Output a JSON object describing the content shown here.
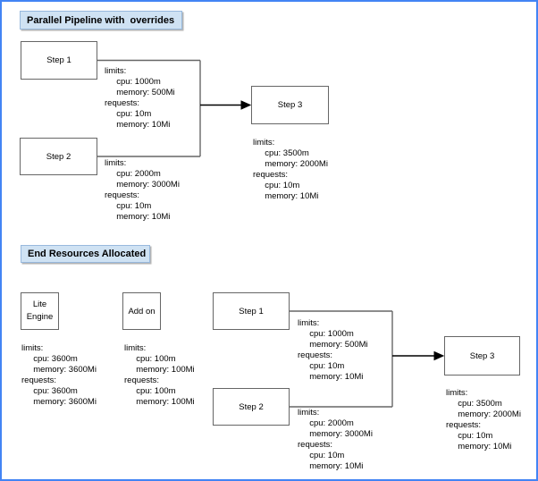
{
  "colors": {
    "outer_border": "#4284f4",
    "box_border": "#666666",
    "connector": "#666666",
    "arrow": "#000000",
    "title_fill": "#cfe2f3",
    "title_border": "#98b9dd"
  },
  "pipeline": {
    "title": "Parallel Pipeline with  overrides",
    "step1": {
      "label": "Step 1",
      "resources": [
        "limits:",
        "     cpu: 1000m",
        "     memory: 500Mi",
        "requests:",
        "     cpu: 10m",
        "     memory: 10Mi"
      ]
    },
    "step2": {
      "label": "Step 2",
      "resources": [
        "limits:",
        "     cpu: 2000m",
        "     memory: 3000Mi",
        "requests:",
        "     cpu: 10m",
        "     memory: 10Mi"
      ]
    },
    "step3": {
      "label": "Step 3",
      "resources": [
        "limits:",
        "     cpu: 3500m",
        "     memory: 2000Mi",
        "requests:",
        "     cpu: 10m",
        "     memory: 10Mi"
      ]
    }
  },
  "end_resources": {
    "title": "End Resources Allocated",
    "lite_engine": {
      "label_lines": [
        "Lite",
        "Engine"
      ],
      "resources": [
        "limits:",
        "     cpu: 3600m",
        "     memory: 3600Mi",
        "requests:",
        "     cpu: 3600m",
        "     memory: 3600Mi"
      ]
    },
    "addon": {
      "label": "Add on",
      "resources": [
        "limits:",
        "     cpu: 100m",
        "     memory: 100Mi",
        "requests:",
        "     cpu: 100m",
        "     memory: 100Mi"
      ]
    },
    "step1": {
      "label": "Step 1",
      "resources": [
        "limits:",
        "     cpu: 1000m",
        "     memory: 500Mi",
        "requests:",
        "     cpu: 10m",
        "     memory: 10Mi"
      ]
    },
    "step2": {
      "label": "Step 2",
      "resources": [
        "limits:",
        "     cpu: 2000m",
        "     memory: 3000Mi",
        "requests:",
        "     cpu: 10m",
        "     memory: 10Mi"
      ]
    },
    "step3": {
      "label": "Step 3",
      "resources": [
        "limits:",
        "     cpu: 3500m",
        "     memory: 2000Mi",
        "requests:",
        "     cpu: 10m",
        "     memory: 10Mi"
      ]
    }
  }
}
